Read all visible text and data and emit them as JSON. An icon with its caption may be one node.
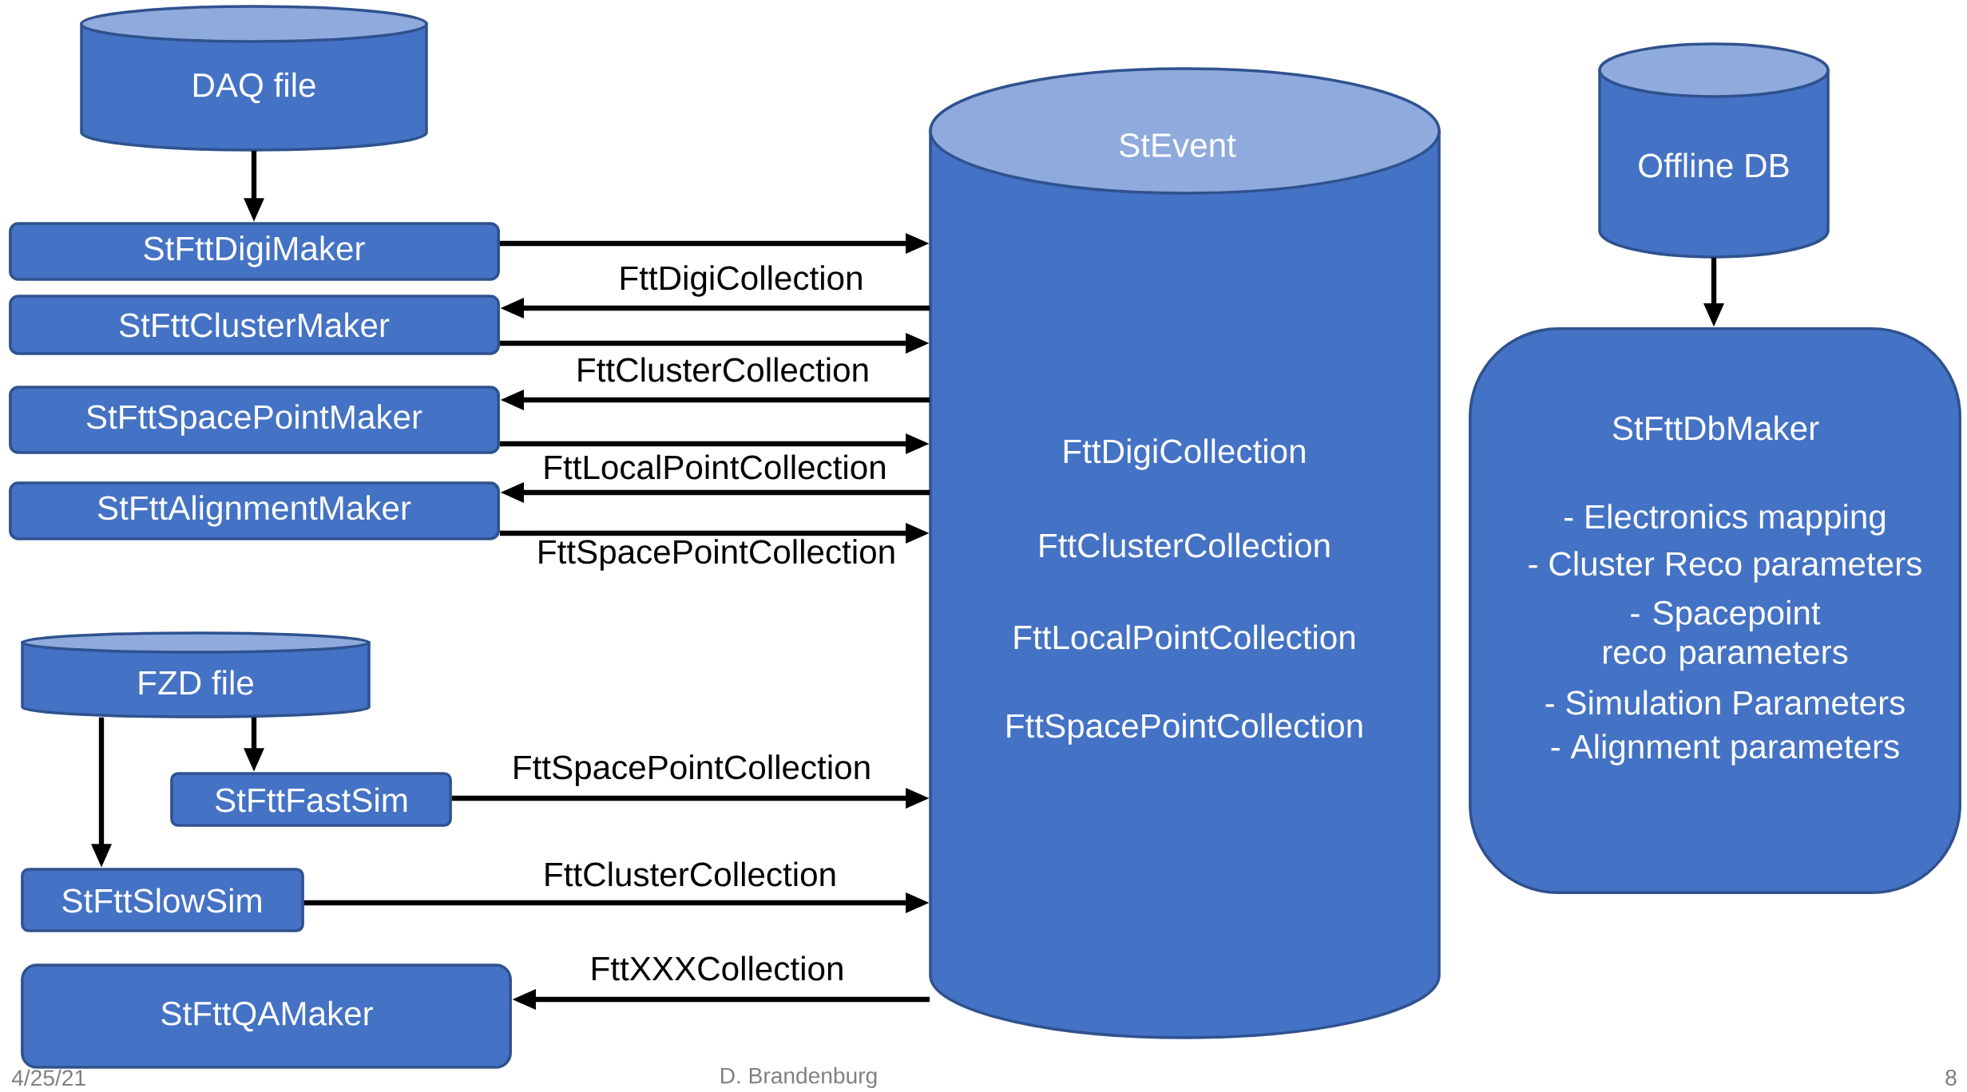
{
  "diagram": {
    "nodes": [
      {
        "text": [
          "DAQ file"
        ]
      },
      {
        "text": [
          "StFttDigiMaker"
        ]
      },
      {
        "text": [
          "StFttClusterMaker"
        ]
      },
      {
        "text": [
          "StFttSpacePointMaker"
        ]
      },
      {
        "text": [
          "StFttAlignmentMaker"
        ]
      },
      {
        "text": [
          "StEvent",
          "FttDigiCollection",
          "FttClusterCollection",
          "FttLocalPointCollection",
          "FttSpacePointCollection"
        ]
      },
      {
        "text": [
          "Offline DB"
        ]
      },
      {
        "text": [
          "StFttDbMaker",
          "- Electronics mapping",
          "- Cluster Reco parameters",
          "- Spacepoint reco parameters",
          "- Simulation Parameters",
          "- Alignment parameters"
        ]
      },
      {
        "text": [
          "FZD file"
        ]
      },
      {
        "text": [
          "StFttFastSim"
        ]
      },
      {
        "text": [
          "StFttSlowSim"
        ]
      },
      {
        "text": [
          "StFttQAMaker"
        ]
      }
    ],
    "edges": [
      {
        "from": 0,
        "to": 1,
        "arrow": "to"
      },
      {
        "from": 1,
        "to": 5,
        "arrow": "to"
      },
      {
        "from": 5,
        "to": 2,
        "arrow": "to",
        "label": "FttDigiCollection"
      },
      {
        "from": 2,
        "to": 5,
        "arrow": "to"
      },
      {
        "from": 5,
        "to": 3,
        "arrow": "to",
        "label": "FttClusterCollection"
      },
      {
        "from": 3,
        "to": 5,
        "arrow": "to"
      },
      {
        "from": 5,
        "to": 4,
        "arrow": "to",
        "label": "FttLocalPointCollection"
      },
      {
        "from": 4,
        "to": 5,
        "arrow": "to",
        "label": "FttSpacePointCollection"
      },
      {
        "from": 6,
        "to": 7,
        "arrow": "to"
      },
      {
        "from": 8,
        "to": 9,
        "arrow": "to"
      },
      {
        "from": 8,
        "to": 10,
        "arrow": "to"
      },
      {
        "from": 9,
        "to": 5,
        "arrow": "to",
        "label": "FttSpacePointCollection"
      },
      {
        "from": 10,
        "to": 5,
        "arrow": "to",
        "label": "FttClusterCollection"
      },
      {
        "from": 5,
        "to": 11,
        "arrow": "to",
        "label": "FttXXXCollection"
      }
    ],
    "labels": [
      "4/25/21",
      "D. Brandenburg",
      "8"
    ]
  }
}
